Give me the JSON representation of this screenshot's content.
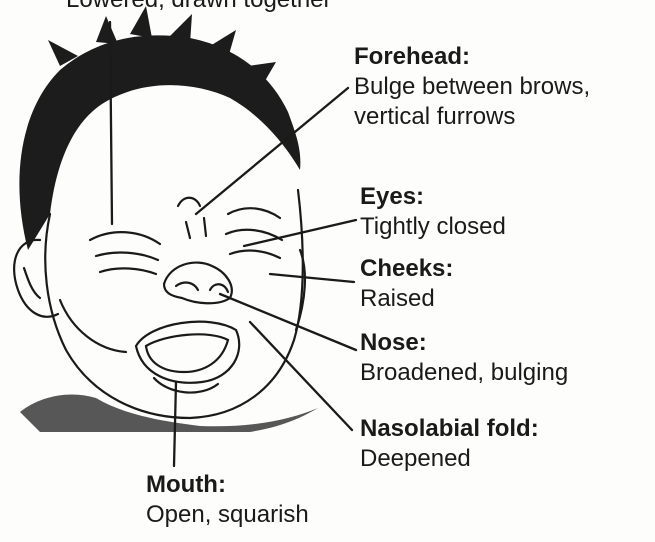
{
  "top_partial_label": "Lowered, drawn together",
  "labels": {
    "forehead": {
      "heading": "Forehead:",
      "lines": [
        "Bulge between brows,",
        "vertical furrows"
      ]
    },
    "eyes": {
      "heading": "Eyes:",
      "lines": [
        "Tightly closed"
      ]
    },
    "cheeks": {
      "heading": "Cheeks:",
      "lines": [
        "Raised"
      ]
    },
    "nose": {
      "heading": "Nose:",
      "lines": [
        "Broadened, bulging"
      ]
    },
    "nasolabial": {
      "heading": "Nasolabial fold:",
      "lines": [
        "Deepened"
      ]
    },
    "mouth": {
      "heading": "Mouth:",
      "lines": [
        "Open, squarish"
      ]
    }
  },
  "colors": {
    "ink": "#1a1a1a",
    "paper": "#fdfdfb"
  }
}
